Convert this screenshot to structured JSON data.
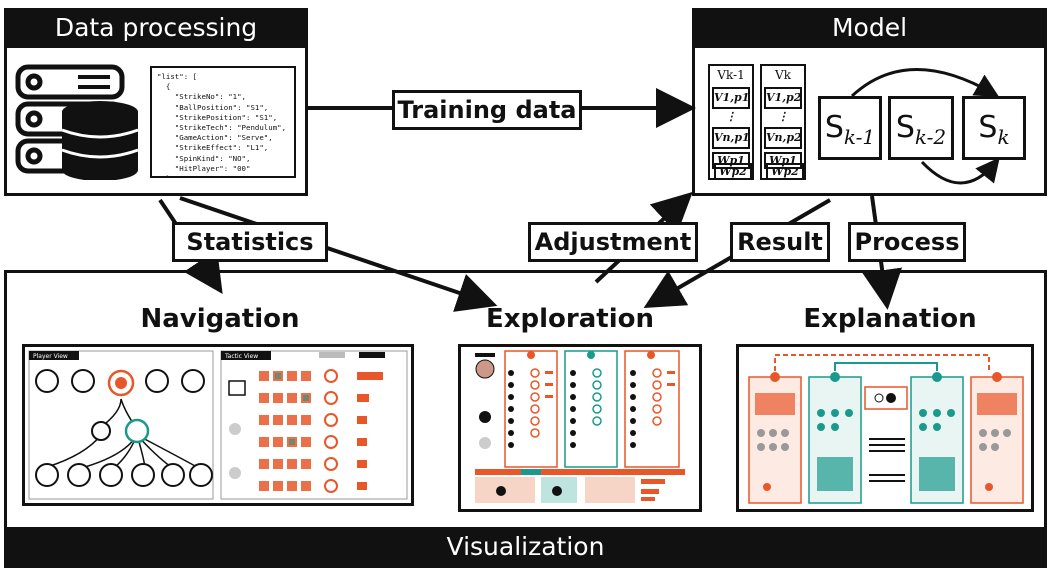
{
  "data_processing": {
    "title": "Data processing",
    "json_text": "\"list\": [\n  {\n    \"StrikeNo\": \"1\",\n    \"BallPosition\": \"S1\",\n    \"StrikePosition\": \"S1\",\n    \"StrikeTech\": \"Pendulum\",\n    \"GameAction\": \"Serve\",\n    \"StrikeEffect\": \"L1\",\n    \"SpinKind\": \"NO\",\n    \"HitPlayer\": \"00\"\n  },"
  },
  "model": {
    "title": "Model",
    "col1_head": "Vk-1",
    "col1_cells": [
      "V1,p1",
      "⋮",
      "Vn,p1",
      "Wp1",
      "Wp2"
    ],
    "col2_head": "Vk",
    "col2_cells": [
      "V1,p2",
      "⋮",
      "Vn,p2",
      "Wp1",
      "Wp2"
    ],
    "states": [
      {
        "base": "S",
        "sub": "k-1"
      },
      {
        "base": "S",
        "sub": "k-2"
      },
      {
        "base": "S",
        "sub": "k"
      }
    ]
  },
  "edges": {
    "training": "Training data",
    "statistics": "Statistics",
    "adjustment": "Adjustment",
    "result": "Result",
    "process": "Process"
  },
  "visualization": {
    "title": "Visualization",
    "navigation": "Navigation",
    "exploration": "Exploration",
    "explanation": "Explanation",
    "player_view": "Player View",
    "tactic_view": "Tactic View"
  },
  "colors": {
    "accent": "#e8572a",
    "teal": "#1a9a8c",
    "dark": "#111111"
  }
}
